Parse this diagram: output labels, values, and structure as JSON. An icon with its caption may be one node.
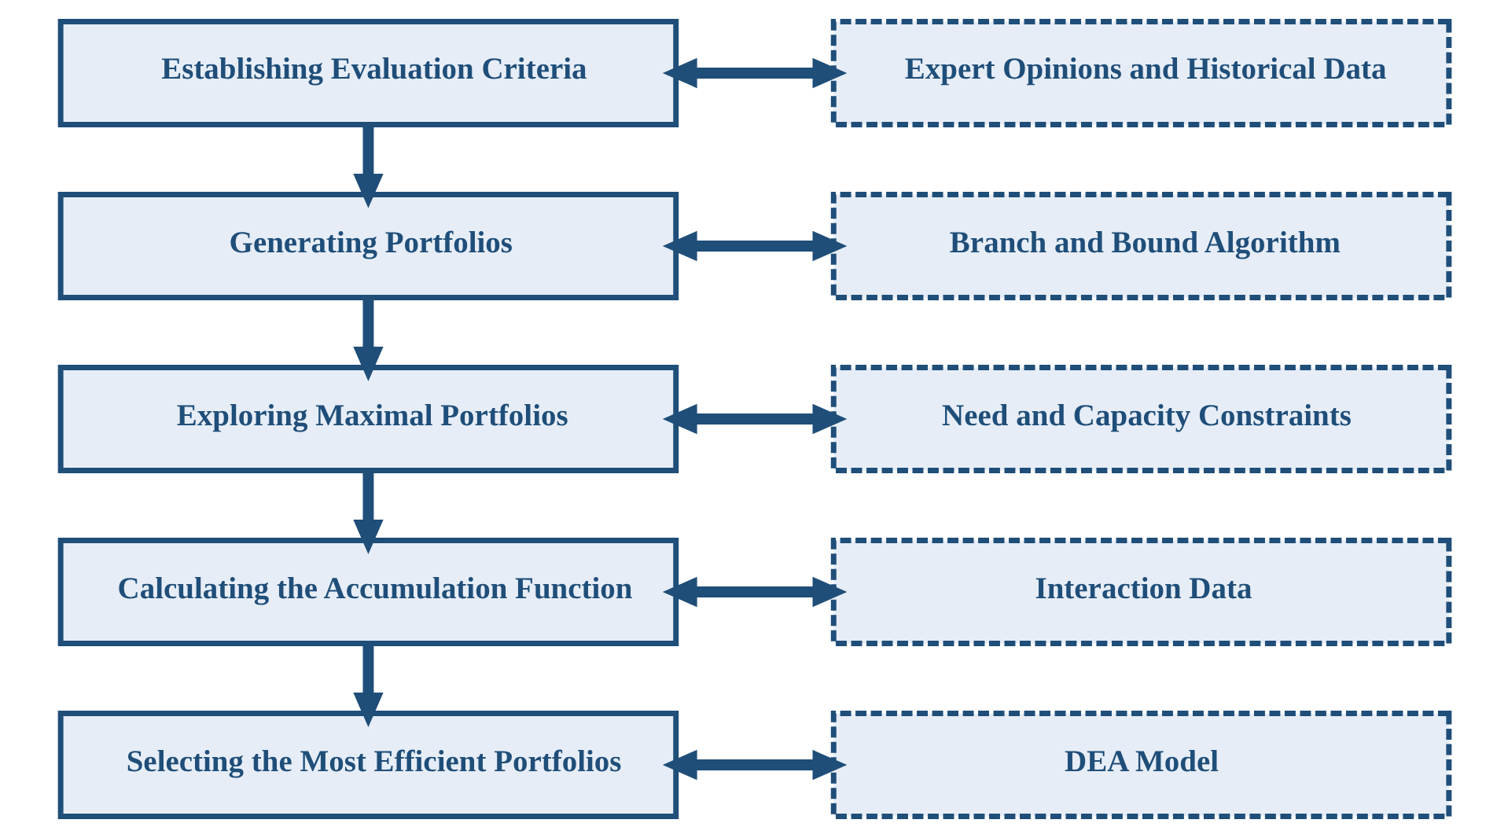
{
  "diagram": {
    "nodes": [
      {
        "text": [
          "Establishing Evaluation Criteria"
        ]
      },
      {
        "text": [
          "Generating Portfolios"
        ]
      },
      {
        "text": [
          "Exploring Maximal Portfolios"
        ]
      },
      {
        "text": [
          "Calculating the Accumulation Function"
        ]
      },
      {
        "text": [
          "Selecting the Most Efficient Portfolios"
        ]
      },
      {
        "text": [
          "Expert Opinions and Historical Data"
        ]
      },
      {
        "text": [
          "Branch and Bound Algorithm"
        ]
      },
      {
        "text": [
          "Need and Capacity Constraints"
        ]
      },
      {
        "text": [
          "Interaction Data"
        ]
      },
      {
        "text": [
          "DEA Model"
        ]
      }
    ],
    "edges": [
      {
        "from": 0,
        "to": 1,
        "arrow": "to"
      },
      {
        "from": 1,
        "to": 2,
        "arrow": "to"
      },
      {
        "from": 2,
        "to": 3,
        "arrow": "to"
      },
      {
        "from": 3,
        "to": 4,
        "arrow": "to"
      },
      {
        "from": 0,
        "to": 5,
        "arrow": "both"
      },
      {
        "from": 1,
        "to": 6,
        "arrow": "both"
      },
      {
        "from": 2,
        "to": 7,
        "arrow": "both"
      },
      {
        "from": 3,
        "to": 8,
        "arrow": "both"
      },
      {
        "from": 4,
        "to": 9,
        "arrow": "both"
      }
    ]
  }
}
